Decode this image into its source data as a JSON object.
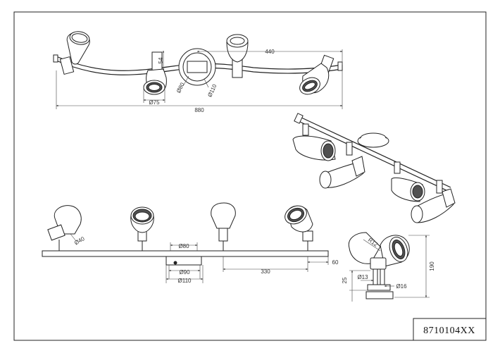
{
  "drawing": {
    "product_code": "8710104XX",
    "top_view": {
      "dim_width": "880",
      "dim_half": "440",
      "dim_shade_height": "54",
      "dim_shade_dia": "Ø75",
      "dim_canopy_inner": "Ø80",
      "dim_canopy_outer": "Ø110"
    },
    "front_view": {
      "dim_shade_dia": "Ø40",
      "dim_base_top": "Ø80",
      "dim_base_mid": "Ø90",
      "dim_base_bottom": "Ø110",
      "dim_spacing": "330",
      "dim_end": "60"
    },
    "side_view": {
      "dim_radius": "R12",
      "dim_height": "190",
      "dim_stem": "25",
      "dim_stem_dia": "Ø13",
      "dim_rod_dia": "Ø16"
    }
  }
}
